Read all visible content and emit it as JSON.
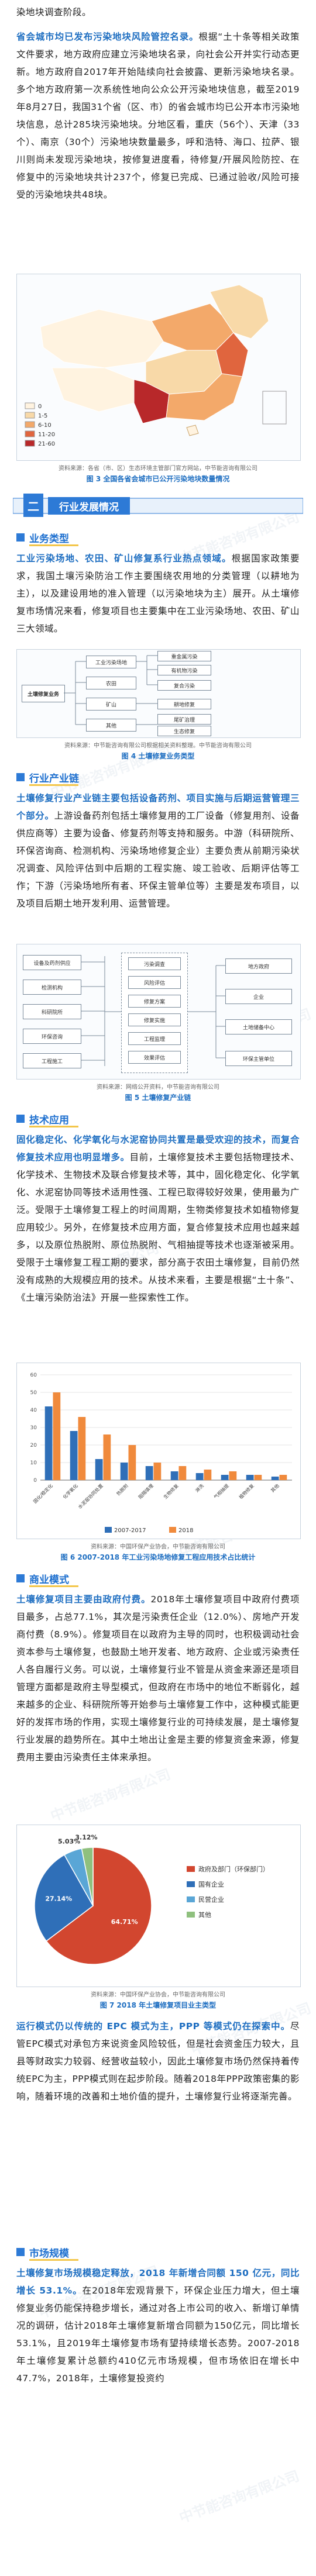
{
  "intro": {
    "text": "染地块调查阶段。"
  },
  "para_p1": {
    "hl": "省会城市均已发布污染地块风险管控名录。",
    "text": "根据“土十条等相关政策文件要求，地方政府应建立污染地块名录，向社会公开并实行动态更新。地方政府自2017年开始陆续向社会披露、更新污染地块名录。多个地方政府第一次系统性地向公众公开污染地块信息，截至2019年8月27日，我国31个省（区、市）的省会城市均已公开本市污染地块信息，总计285块污染地块。分地区看，重庆（56个）、天津（33个）、南京（30个）污染地块数量最多，呼和浩特、海口、拉萨、银川则尚未发现污染地块，按修复进度看，待修复/开展风险防控、在修复中的污染地块共计237个，修复已完成、已通过验收/风险可接受的污染地块共48块。"
  },
  "map": {
    "legend": [
      "0",
      "1-5",
      "6-10",
      "11-20",
      "21-60"
    ],
    "legend_colors": [
      "#fff3e0",
      "#f8d9a8",
      "#f3a96a",
      "#e0653e",
      "#b8282a"
    ],
    "source": "资料来源：各省（市、区）生态环境主管部门官方网站，中节能咨询有限公司",
    "caption": "图 3  全国各省会城市已公开污染地块数量情况"
  },
  "section2": {
    "num": "二",
    "title": "行业发展情况"
  },
  "sub_business": {
    "title": "业务类型"
  },
  "para_p2": {
    "hl": "工业污染场地、农田、矿山修复系行业热点领域。",
    "text": "根据国家政策要求，我国土壤污染防治工作主要围绕农用地的分类管理（以耕地为主），以及建设用地的准入管理（以污染地块为主）展开。从土壤修复市场情况来看，修复项目也主要集中在工业污染场地、农田、矿山三大领域。"
  },
  "fig4": {
    "root": "土壤修复业务",
    "branches": [
      "工业污染场地",
      "农田",
      "矿山",
      "其他"
    ],
    "sub": [
      "重金属污染",
      "有机物污染",
      "复合污染",
      "耕地修复",
      "尾矿治理",
      "生态修复"
    ],
    "source": "资料来源：中节能咨询有限公司根据相关资料整理。中节能咨询有限公司",
    "caption": "图 4  土壤修复业务类型"
  },
  "sub_chain": {
    "title": "行业产业链"
  },
  "para_p3": {
    "hl": "土壤修复行业产业链主要包括设备药剂、项目实施与后期运营管理三个部分。",
    "text": "上游设备药剂包括土壤修复用的工厂设备（修复用剂、设备供应商等）主要为设备、修复药剂等支持和服务。中游（科研院所、环保咨询商、检测机构、污染场地修复企业）主要负责从前期污染状况调查、风险评估到中后期的工程实施、竣工验收、后期评估等工作；下游（污染场地所有者、环保主管单位等）主要是发布项目，以及项目后期土地开发利用、运营管理。"
  },
  "fig5": {
    "left": [
      "设备及药剂供应",
      "检测机构",
      "科研院所",
      "环保咨询",
      "工程施工"
    ],
    "mid": [
      "污染调查",
      "风险评估",
      "修复方案",
      "修复实施",
      "工程监理",
      "效果评估"
    ],
    "right": [
      "地方政府",
      "企业",
      "土地储备中心",
      "环保主管单位"
    ],
    "source": "资料来源：网络公开资料，中节能咨询有限公司",
    "caption": "图 5  土壤修复产业链"
  },
  "sub_tech": {
    "title": "技术应用"
  },
  "para_p4": {
    "hl": "固化稳定化、化学氧化与水泥窑协同共置是最受欢迎的技术，而复合修复技术应用也明显增多。",
    "text": "目前，土壤修复技术主要包括物理技术、化学技术、生物技术及联合修复技术等，其中，固化稳定化、化学氧化、水泥窑协同等技术适用性强、工程已取得较好效果，使用最为广泛。受限于土壤修复工程上的时间周期，生物类修复技术如植物修复应用较少。另外，在修复技术应用方面，复合修复技术应用也越来越多，以及原位热脱附、原位热脱附、气相抽提等技术也逐渐被采用。受限于土壤修复工程工期的要求，部分高于农田土壤修复，目前仍然没有成熟的大规模应用的技术。从技术来看，主要是根据“土十条”、《土壤污染防治法》开展一些探索性工作。"
  },
  "chart_data": {
    "type": "bar",
    "categories": [
      "固化/稳定化",
      "化学氧化",
      "水泥窑协同处置",
      "热脱附",
      "阻隔填埋",
      "生物修复",
      "淋洗",
      "气相抽提",
      "植物修复",
      "其他"
    ],
    "series": [
      {
        "name": "2007-2017",
        "values": [
          42,
          28,
          12,
          10,
          8,
          5,
          4,
          3,
          3,
          2
        ]
      },
      {
        "name": "2018",
        "values": [
          50,
          36,
          26,
          20,
          10,
          8,
          6,
          5,
          3,
          3
        ]
      }
    ],
    "ylim": [
      0,
      60
    ],
    "ylabel": "",
    "source": "资料来源：中国环保产业协会，中节能咨询有限公司",
    "caption": "图 6  2007-2018 年工业污染场地修复工程应用技术占比统计"
  },
  "sub_model": {
    "title": "商业模式"
  },
  "para_p5": {
    "hl": "土壤修复项目主要由政府付费。",
    "text": "2018年土壤修复项目中政府付费项目最多，占总77.1%，其次是污染责任企业（12.0%）、房地产开发商付费（8.9%）。修复项目在以政府为主导的同时，也积极调动社会资本参与土壤修复，也鼓励土地开发者、地方政府、企业或污染责任人各自履行义务。可以说，土壤修复行业不管是从资金来源还是项目管理方面都是政府主导型模式，但政府在市场中的地位不断弱化，越来越多的企业、科研院所等开始参与土壤修复工作中，这种模式能更好的发挥市场的作用，实现土壤修复行业的可持续发展，是土壤修复行业发展的趋势所在。其中土地出让金是主要的修复资金来源，修复费用主要由污染责任主体来承担。"
  },
  "pie": {
    "slices": [
      {
        "label": "政府及部门",
        "value": 64.71,
        "color": "#d2462f"
      },
      {
        "label": "国有企业",
        "value": 27.14,
        "color": "#2f6fb8"
      },
      {
        "label": "民营企业",
        "value": 5.03,
        "color": "#5aa6d6"
      },
      {
        "label": "其他",
        "value": 3.12,
        "color": "#8fc07e"
      }
    ],
    "labels": [
      "64.71%",
      "27.14%",
      "5.03%",
      "3.12%"
    ],
    "legend": [
      "政府及部门（环保部门）",
      "国有企业",
      "民营企业",
      "其他"
    ],
    "source": "资料来源：中国环保产业协会，中节能咨询有限公司",
    "caption": "图 7  2018 年土壤修复项目业主类型"
  },
  "para_p6": {
    "hl": "运行模式仍以传统的 EPC 模式为主，PPP 等模式仍在探索中。",
    "text": "尽管EPC模式对承包方来说资金风险较低，但是社会资金压力较大，且县等财政实力较弱、经营收益较小，因此土壤修复市场仍然保持着传统EPC为主，PPP模式则在起步阶段。随着2018年PPP政策密集的影响，随着环境的改善和土地价值的提升，土壤修复行业将逐渐完善。"
  },
  "sub_market": {
    "title": "市场规模"
  },
  "para_p7": {
    "hl": "土壤修复市场规模稳定释放，2018 年新增合同额 150 亿元，同比增长 53.1%。",
    "text": "在2018年宏观背景下，环保企业压力增大，但土壤修复业务仍能保持稳步增长，通过对各上市公司的收入、新增订单情况的调研，估计2018年土壤修复新增合同额为150亿元，同比增长53.1%，且2019年土壤修复市场有望持续增长态势。2007-2018年土壤修复累计总额约410亿元市场规模，但市场依旧在增长中47.7%，2018年，土壤修复投资约"
  },
  "watermarks": [
    "中节能咨询有限公司",
    "中节能咨询有限公司",
    "中节能咨询有限公司",
    "中节能咨询有限公司",
    "中节能咨询有限公司",
    "中节能咨询有限公司",
    "中节能咨询有限公司",
    "中节能咨询有限公司",
    "中节能咨询有限公司",
    "中节能咨询有限公司"
  ]
}
